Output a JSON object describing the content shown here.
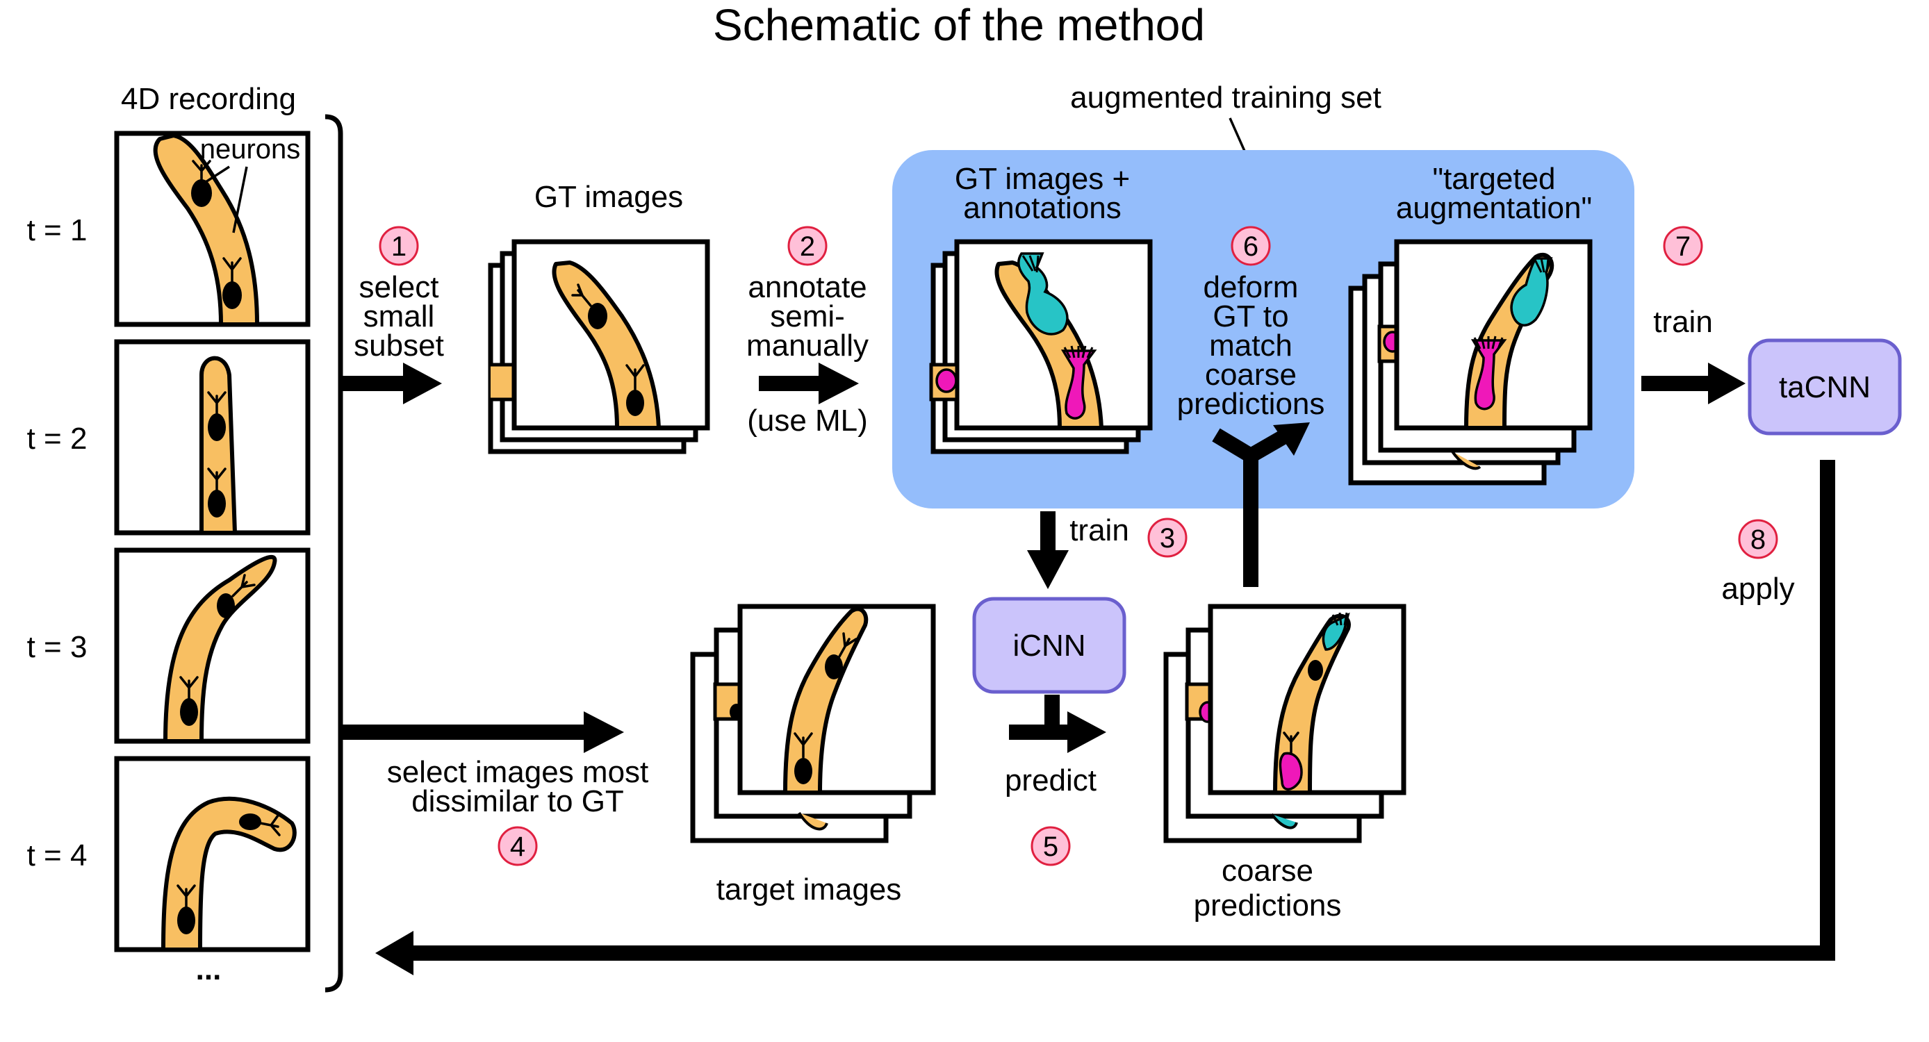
{
  "title": "Schematic of the method",
  "recording": {
    "label": "4D recording",
    "neurons_label": "neurons",
    "times": [
      "t = 1",
      "t = 2",
      "t = 3",
      "t = 4"
    ],
    "ellipsis": "..."
  },
  "gt_images": {
    "label": "GT images"
  },
  "augmented_set": {
    "label": "augmented training set",
    "gt_annotations": [
      "GT images +",
      "annotations"
    ],
    "targeted_aug": [
      "\"targeted",
      "augmentation\""
    ],
    "background_color": "#94bdfb"
  },
  "target_images": {
    "label": "target images"
  },
  "coarse_predictions": {
    "label": [
      "coarse",
      "predictions"
    ]
  },
  "networks": {
    "icnn": "iCNN",
    "tacnn": "taCNN",
    "color": "#cbc4fb"
  },
  "steps": [
    {
      "num": "1",
      "text": [
        "select",
        "small",
        "subset"
      ]
    },
    {
      "num": "2",
      "text": [
        "annotate",
        "semi-",
        "manually"
      ],
      "note": "(use ML)"
    },
    {
      "num": "3",
      "text": [
        "train"
      ]
    },
    {
      "num": "4",
      "text": [
        "select images most",
        "dissimilar to GT"
      ]
    },
    {
      "num": "5",
      "text": [
        "predict"
      ]
    },
    {
      "num": "6",
      "text": [
        "deform",
        "GT to",
        "match",
        "coarse",
        "predictions"
      ]
    },
    {
      "num": "7",
      "text": [
        "train"
      ]
    },
    {
      "num": "8",
      "text": [
        "apply"
      ]
    }
  ],
  "colors": {
    "worm": "#f8bf62",
    "cyan_annotation": "#27c4c6",
    "magenta_annotation": "#ef18b9",
    "step_circle": "#ffc0d8"
  }
}
